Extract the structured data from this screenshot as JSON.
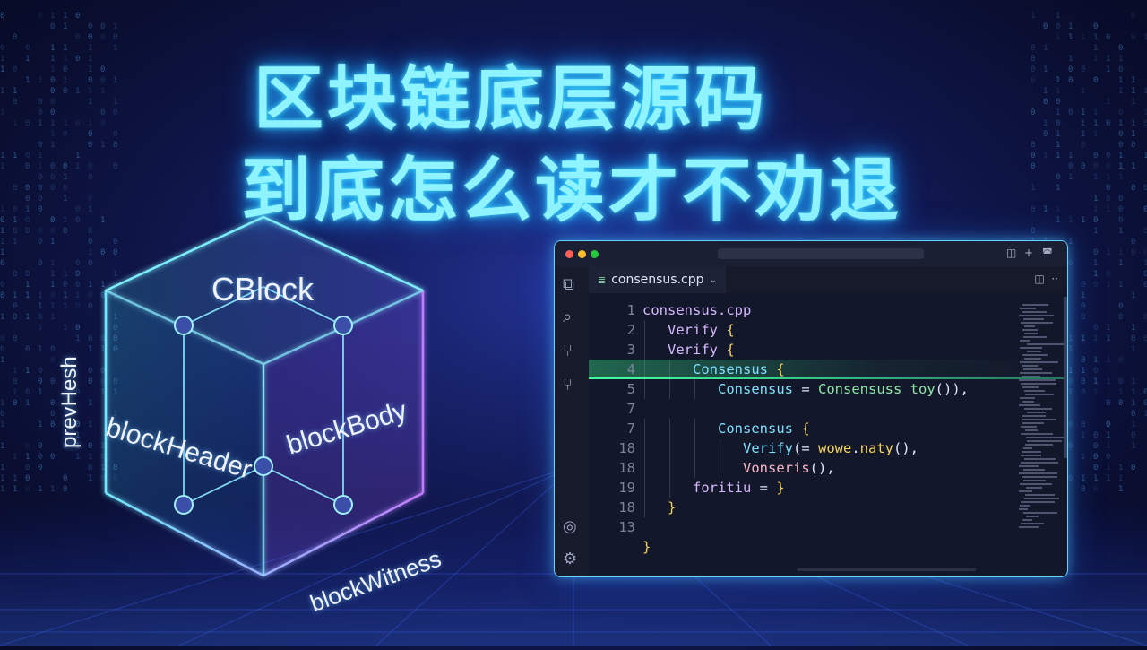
{
  "title": {
    "line1": "区块链底层源码",
    "line2": "到底怎么读才不劝退"
  },
  "cube": {
    "labels": {
      "cblock": "CBlock",
      "header": "blockHeader",
      "body": "blockBody",
      "prev": "prevHesh",
      "witness": "blockWitness"
    }
  },
  "editor": {
    "tab": "consensus.cpp",
    "lines": [
      {
        "num": "1",
        "indent": 0,
        "parts": [
          {
            "t": "consensus.cpp",
            "c": "#d6b7ff"
          }
        ]
      },
      {
        "num": "2",
        "indent": 1,
        "parts": [
          {
            "t": "Verify",
            "c": "#d6b7ff"
          },
          {
            "t": " {",
            "c": "#f4d35e"
          }
        ]
      },
      {
        "num": "3",
        "indent": 1,
        "parts": [
          {
            "t": "Verify",
            "c": "#d6b7ff"
          },
          {
            "t": " {",
            "c": "#f4d35e"
          }
        ]
      },
      {
        "num": "4",
        "indent": 2,
        "hl": true,
        "parts": [
          {
            "t": "Consensus",
            "c": "#7fe0ff"
          },
          {
            "t": " {",
            "c": "#f4d35e"
          }
        ]
      },
      {
        "num": "5",
        "indent": 3,
        "parts": [
          {
            "t": "Consensus",
            "c": "#7fe0ff"
          },
          {
            "t": " = ",
            "c": "#dfe6f5"
          },
          {
            "t": "Consensuss",
            "c": "#8ee6a4"
          },
          {
            "t": " toy",
            "c": "#8ee6a4"
          },
          {
            "t": "()),",
            "c": "#dfe6f5"
          }
        ]
      },
      {
        "num": "7",
        "indent": 0,
        "parts": []
      },
      {
        "num": "7",
        "indent": 3,
        "parts": [
          {
            "t": "Consensus",
            "c": "#7fe0ff"
          },
          {
            "t": " {",
            "c": "#f4d35e"
          }
        ]
      },
      {
        "num": "18",
        "indent": 4,
        "parts": [
          {
            "t": "Verify",
            "c": "#7fe0ff"
          },
          {
            "t": "(= ",
            "c": "#dfe6f5"
          },
          {
            "t": "wowe",
            "c": "#f4d35e"
          },
          {
            "t": ".",
            "c": "#dfe6f5"
          },
          {
            "t": "naty",
            "c": "#f4d35e"
          },
          {
            "t": "(),",
            "c": "#dfe6f5"
          }
        ]
      },
      {
        "num": "18",
        "indent": 4,
        "parts": [
          {
            "t": "Vonseris",
            "c": "#f6b7c8"
          },
          {
            "t": "(),",
            "c": "#dfe6f5"
          }
        ]
      },
      {
        "num": "19",
        "indent": 2,
        "parts": [
          {
            "t": "foritiu",
            "c": "#d6b7ff"
          },
          {
            "t": " = ",
            "c": "#dfe6f5"
          },
          {
            "t": "}",
            "c": "#f4d35e"
          }
        ]
      },
      {
        "num": "18",
        "indent": 1,
        "parts": [
          {
            "t": "}",
            "c": "#f4d35e"
          }
        ]
      },
      {
        "num": "13",
        "indent": 0,
        "parts": []
      },
      {
        "num": "",
        "indent": 0,
        "parts": [
          {
            "t": "}",
            "c": "#f4d35e"
          }
        ]
      }
    ]
  },
  "icons": [
    "files-icon",
    "search-icon",
    "source-control-icon",
    "branch-icon",
    "account-icon",
    "settings-icon",
    "split-editor-icon",
    "add-icon",
    "more-icon"
  ]
}
